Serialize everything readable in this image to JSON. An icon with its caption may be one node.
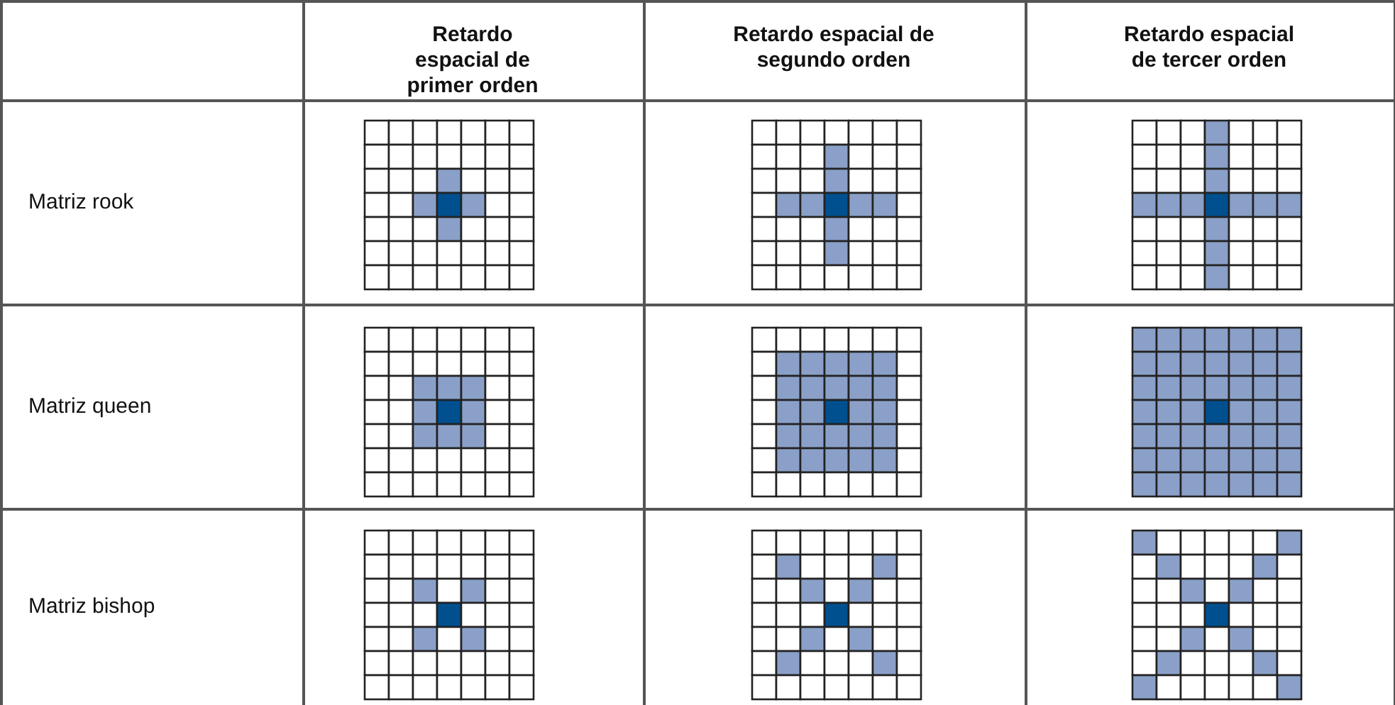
{
  "diagram": {
    "labels": [
      "Retardo espacial de primer orden",
      "Retardo espacial de segundo orden",
      "Retardo espacial de tercer orden",
      "Matriz rook",
      "Matriz queen",
      "Matriz bishop"
    ]
  }
}
